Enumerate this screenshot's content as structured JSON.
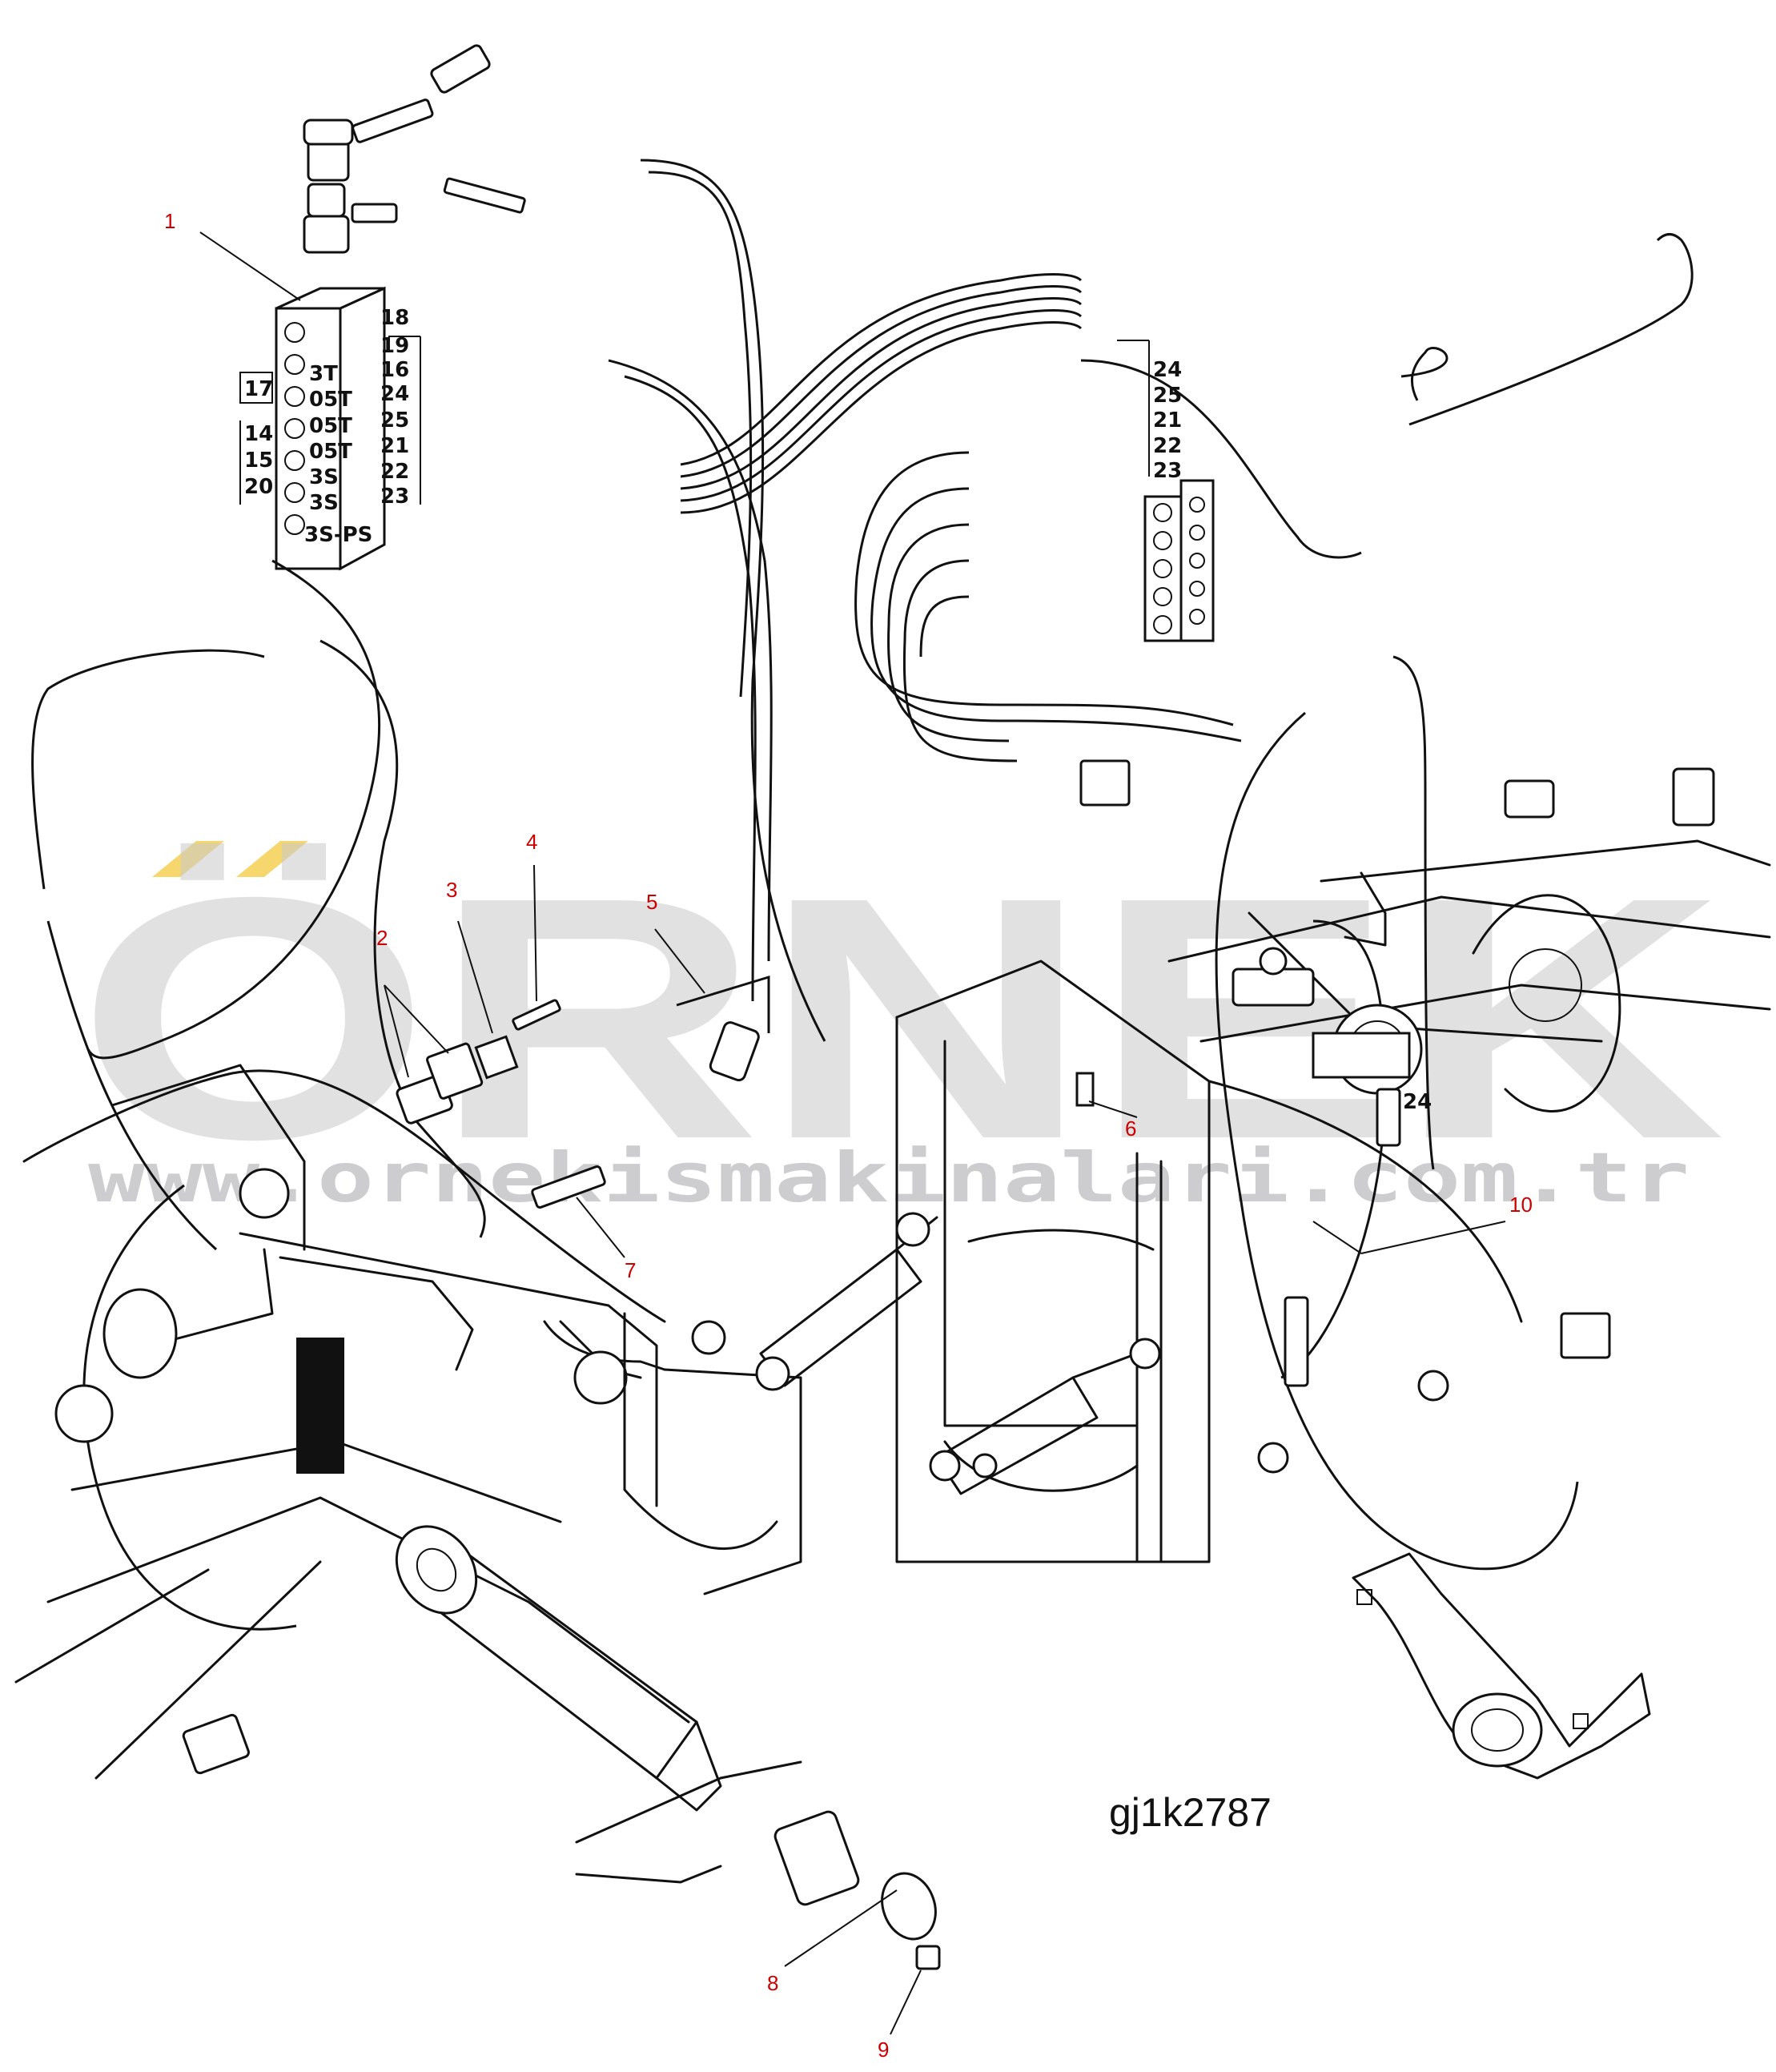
{
  "drawing_code": "gj1k2787",
  "watermark": {
    "brand": "ÖRNEK",
    "url": "www.ornekismakinalari.com.tr",
    "accent_color": "#f5d76e"
  },
  "callouts": [
    "1",
    "2",
    "3",
    "4",
    "5",
    "6",
    "7",
    "8",
    "9",
    "10"
  ],
  "block_ports_right": [
    "18",
    "19",
    "16",
    "24",
    "25",
    "21",
    "22",
    "23"
  ],
  "block_ports_left": [
    "17",
    "14",
    "15",
    "20"
  ],
  "block_sizes": [
    "3T",
    "05T",
    "05T",
    "05T",
    "3S",
    "3S",
    "3S-PS"
  ],
  "hose_tag_labels": [
    "24",
    "25",
    "21",
    "22",
    "23"
  ],
  "fitting_label": "24",
  "colors": {
    "callout": "#cc0000",
    "line": "#111111",
    "watermark": "#c9c9cc"
  }
}
